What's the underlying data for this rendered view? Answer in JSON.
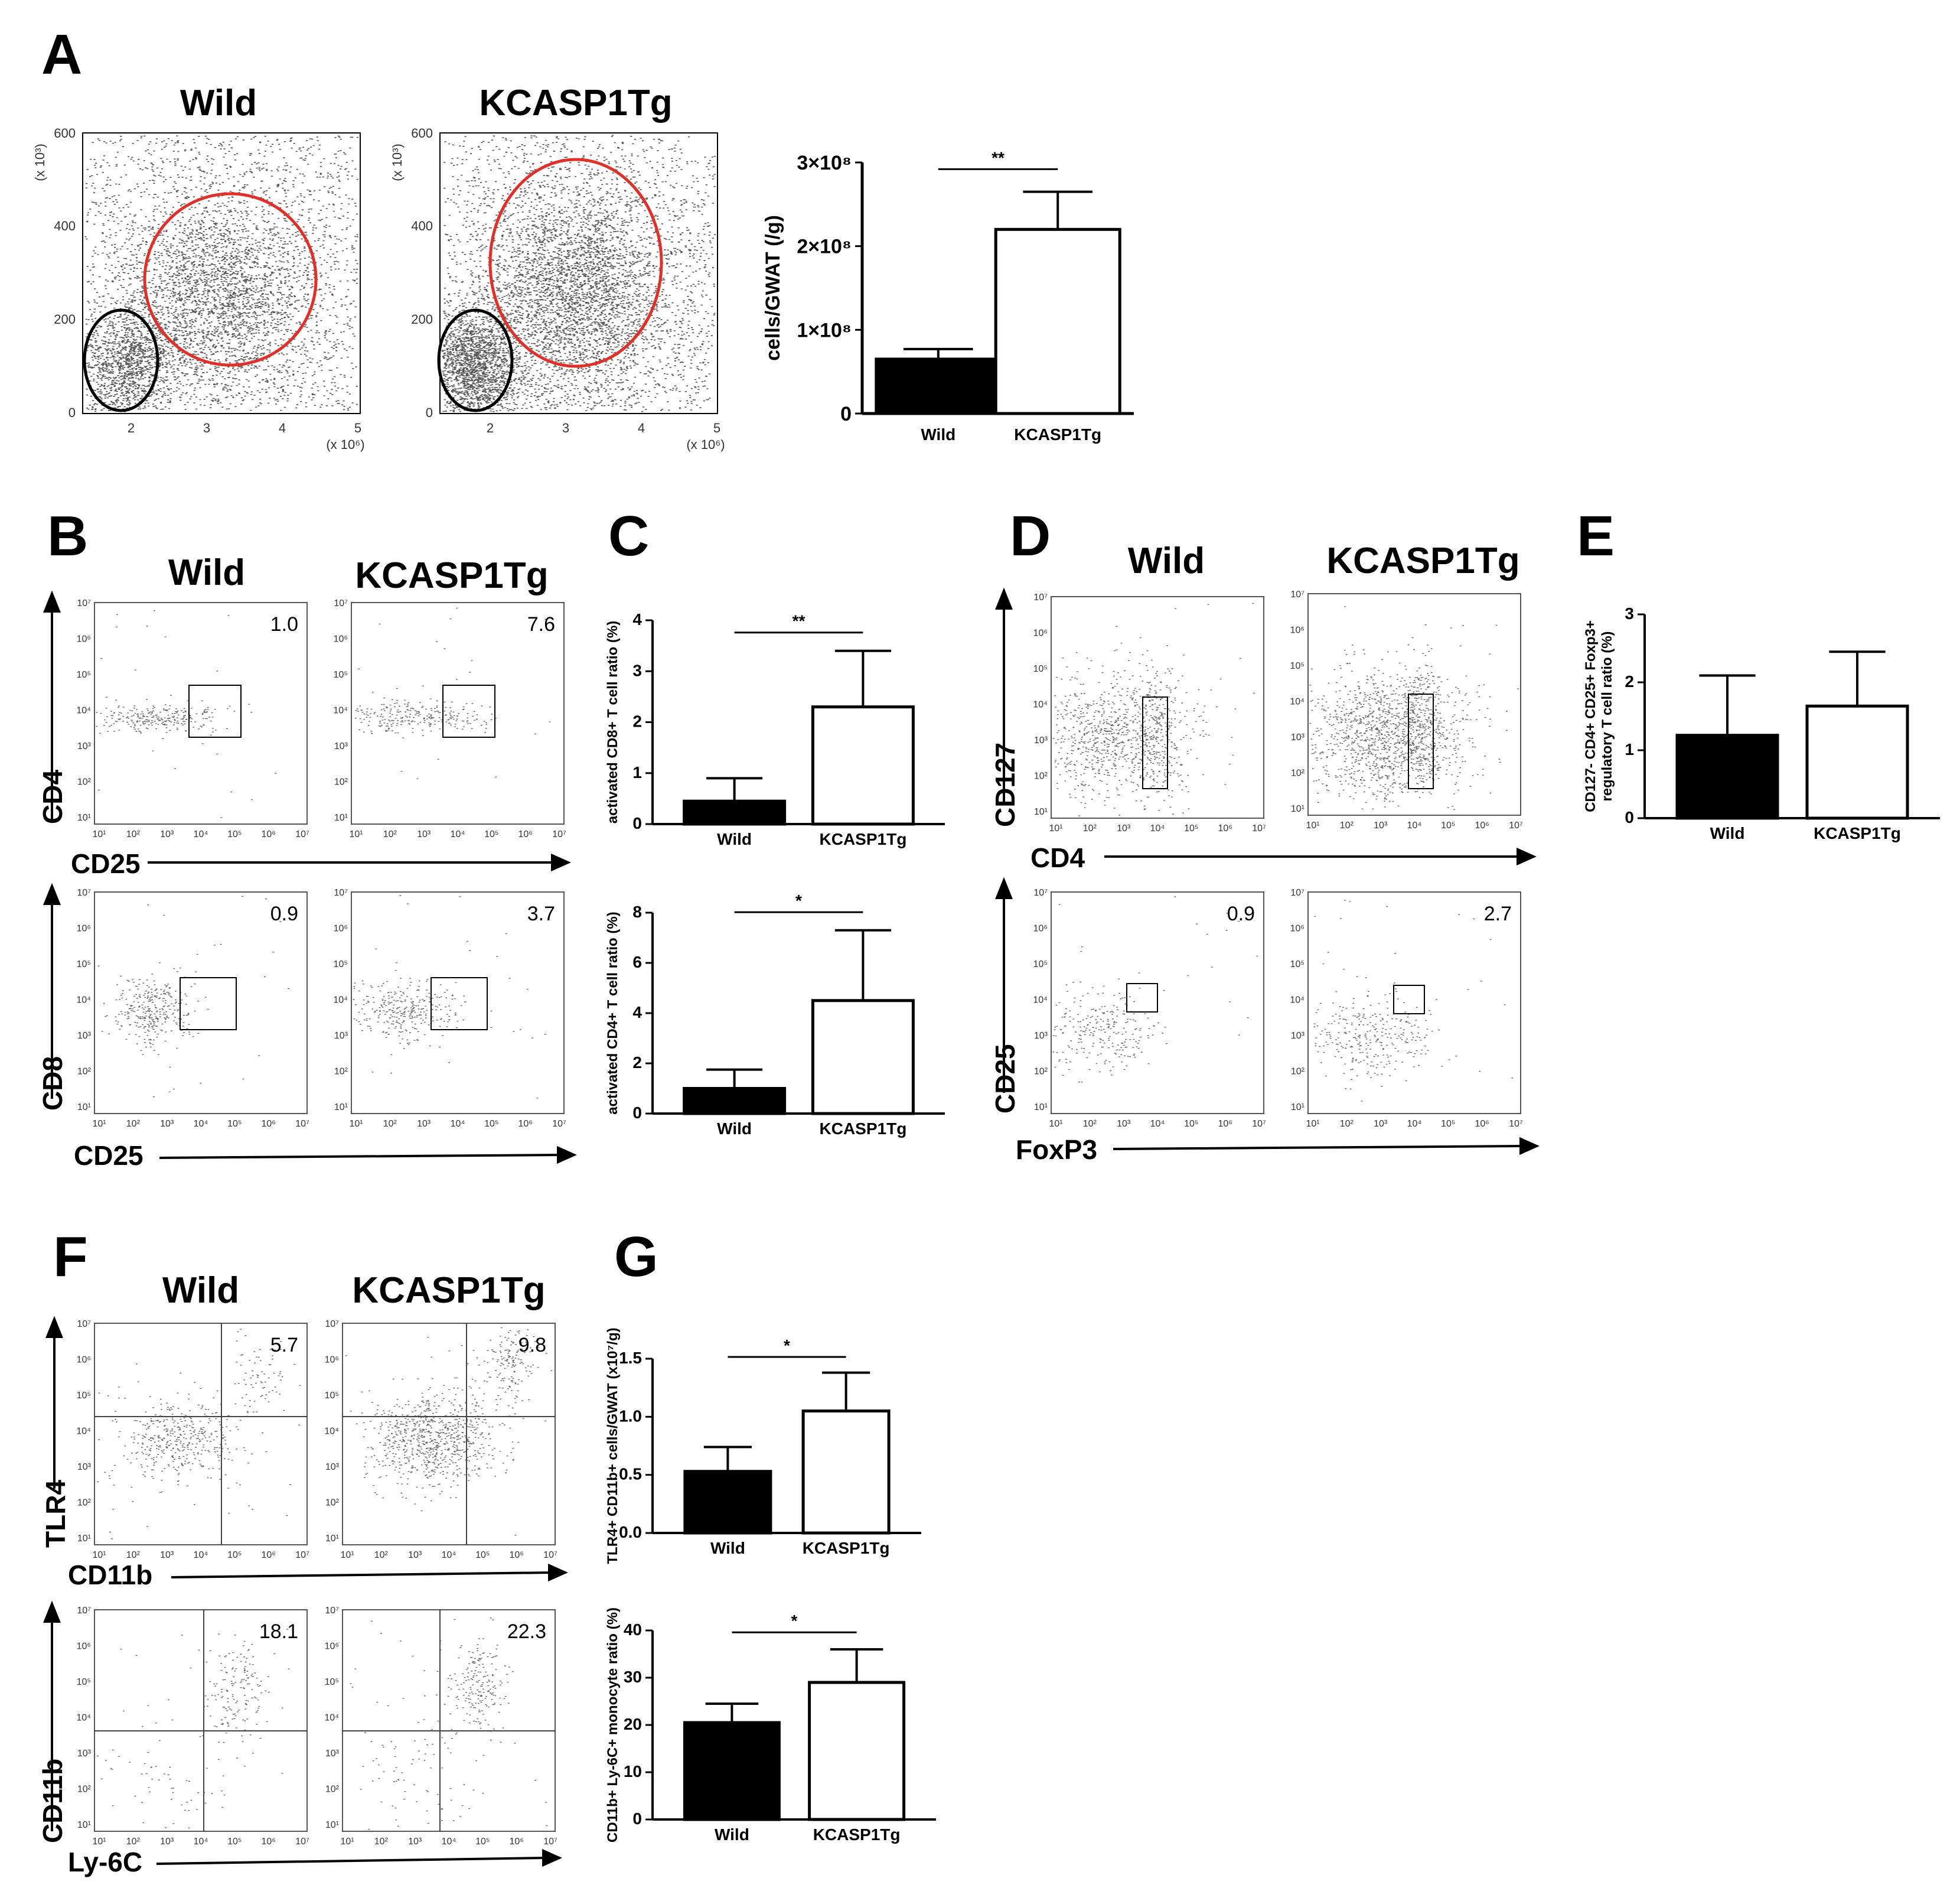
{
  "panel_labels": [
    "A",
    "B",
    "C",
    "D",
    "E",
    "F",
    "G"
  ],
  "groups": [
    "Wild",
    "KCASP1Tg"
  ],
  "chart_data": [
    {
      "id": "A-bar",
      "type": "bar",
      "categories": [
        "Wild",
        "KCASP1Tg"
      ],
      "values": [
        0.65,
        2.2
      ],
      "errors": [
        0.12,
        0.45
      ],
      "ylim": [
        0,
        3
      ],
      "yticks": [
        "0",
        "1×10⁸",
        "2×10⁸",
        "3×10⁸"
      ],
      "ylabel": "cells/GWAT (/g)",
      "significance": "**",
      "fills": [
        "#000000",
        "#ffffff"
      ]
    },
    {
      "id": "C-top",
      "type": "bar",
      "categories": [
        "Wild",
        "KCASP1Tg"
      ],
      "values": [
        0.45,
        2.3
      ],
      "errors": [
        0.45,
        1.1
      ],
      "ylim": [
        0,
        4
      ],
      "yticks": [
        "0",
        "1",
        "2",
        "3",
        "4"
      ],
      "ylabel": "activated CD8+ T cell ratio (%)",
      "significance": "**",
      "fills": [
        "#000000",
        "#ffffff"
      ]
    },
    {
      "id": "C-bottom",
      "type": "bar",
      "categories": [
        "Wild",
        "KCASP1Tg"
      ],
      "values": [
        1.0,
        4.5
      ],
      "errors": [
        0.75,
        2.8
      ],
      "ylim": [
        0,
        8
      ],
      "yticks": [
        "0",
        "2",
        "4",
        "6",
        "8"
      ],
      "ylabel": "activated CD4+ T cell ratio (%)",
      "significance": "*",
      "fills": [
        "#000000",
        "#ffffff"
      ]
    },
    {
      "id": "E",
      "type": "bar",
      "categories": [
        "Wild",
        "KCASP1Tg"
      ],
      "values": [
        1.22,
        1.65
      ],
      "errors": [
        0.88,
        0.8
      ],
      "ylim": [
        0,
        3
      ],
      "yticks": [
        "0",
        "1",
        "2",
        "3"
      ],
      "ylabel": [
        "CD127- CD4+ CD25+ Foxp3+",
        "regulatory T cell ratio (%)"
      ],
      "significance": "",
      "fills": [
        "#000000",
        "#ffffff"
      ]
    },
    {
      "id": "G-top",
      "type": "bar",
      "categories": [
        "Wild",
        "KCASP1Tg"
      ],
      "values": [
        0.53,
        1.05
      ],
      "errors": [
        0.21,
        0.33
      ],
      "ylim": [
        0,
        1.5
      ],
      "yticks": [
        "0.0",
        "0.5",
        "1.0",
        "1.5"
      ],
      "ylabel": "TLR4+ CD11b+ cells/GWAT (x10⁷/g)",
      "significance": "*",
      "fills": [
        "#000000",
        "#ffffff"
      ]
    },
    {
      "id": "G-bottom",
      "type": "bar",
      "categories": [
        "Wild",
        "KCASP1Tg"
      ],
      "values": [
        20.5,
        29
      ],
      "errors": [
        4,
        7
      ],
      "ylim": [
        0,
        40
      ],
      "yticks": [
        "0",
        "10",
        "20",
        "30",
        "40"
      ],
      "ylabel": "CD11b+ Ly-6C+ monocyte ratio (%)",
      "significance": "*",
      "fills": [
        "#000000",
        "#ffffff"
      ]
    }
  ],
  "panelA": {
    "yticks": [
      "0",
      "200",
      "400",
      "600"
    ],
    "xticks": [
      "2",
      "3",
      "4",
      "5"
    ],
    "ymult": "(x 10³)",
    "xmult": "(x 10⁶)"
  },
  "logticks": [
    "10¹",
    "10²",
    "10³",
    "10⁴",
    "10⁵",
    "10⁶",
    "10⁷"
  ],
  "panelB": {
    "row1": {
      "y": "CD4",
      "x": "CD25",
      "pct": [
        "1.0",
        "7.6"
      ]
    },
    "row2": {
      "y": "CD8",
      "x": "CD25",
      "pct": [
        "0.9",
        "3.7"
      ]
    }
  },
  "panelD": {
    "row1": {
      "y": "CD127",
      "x": "CD4"
    },
    "row2": {
      "y": "CD25",
      "x": "FoxP3",
      "pct": [
        "0.9",
        "2.7"
      ]
    }
  },
  "panelF": {
    "row1": {
      "y": "TLR4",
      "x": "CD11b",
      "pct": [
        "5.7",
        "9.8"
      ]
    },
    "row2": {
      "y": "CD11b",
      "x": "Ly-6C",
      "pct": [
        "18.1",
        "22.3"
      ]
    }
  }
}
